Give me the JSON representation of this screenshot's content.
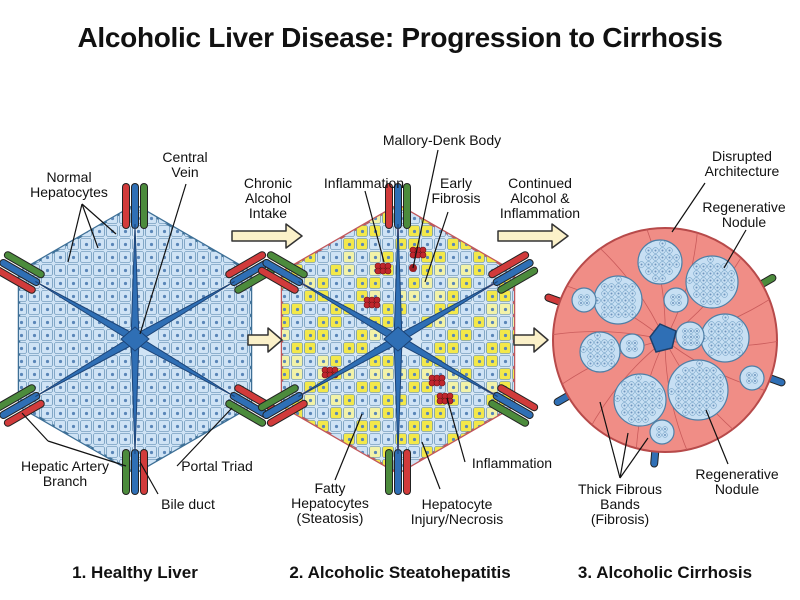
{
  "title": "Alcoholic Liver Disease: Progression to Cirrhosis",
  "stages": [
    {
      "title": "1. Healthy Liver",
      "labels": {
        "normal_hepatocytes": "Normal\nHepatocytes",
        "central_vein": "Central\nVein",
        "hepatic_artery_branch": "Hepatic Artery\nBranch",
        "portal_triad": "Portal Triad",
        "bile_duct": "Bile duct"
      }
    },
    {
      "title": "2. Alcoholic Steatohepatitis",
      "labels": {
        "mallory_denk_body": "Mallory-Denk Body",
        "inflammation_top": "Inflammation",
        "early_fibrosis": "Early\nFibrosis",
        "fatty_hepatocytes": "Fatty\nHepatocytes\n(Steatosis)",
        "hepatocyte_injury": "Hepatocyte\nInjury/Necrosis",
        "inflammation_bottom": "Inflammation"
      }
    },
    {
      "title": "3. Alcoholic Cirrhosis",
      "labels": {
        "disrupted_architecture": "Disrupted\nArchitecture",
        "regenerative_nodule_top": "Regenerative\nNodule",
        "thick_fibrous_bands": "Thick Fibrous\nBands\n(Fibrosis)",
        "regenerative_nodule_bottom": "Regenerative\nNodule"
      }
    }
  ],
  "transitions": [
    {
      "label": "Chronic\nAlcohol\nIntake"
    },
    {
      "label": "Continued\nAlcohol &\nInflammation"
    }
  ],
  "colors": {
    "vessel_blue": "#2f6fb5",
    "artery_red": "#d13b3b",
    "portal_green": "#4c8b3c",
    "hepatocyte_fill": "#cfe3f5",
    "hepatocyte_stroke": "#4e7fa6",
    "fat_yellow": "#f3e84a",
    "fibrosis_pink": "#ee8f88",
    "arrow_fill": "#fbf1c9"
  }
}
